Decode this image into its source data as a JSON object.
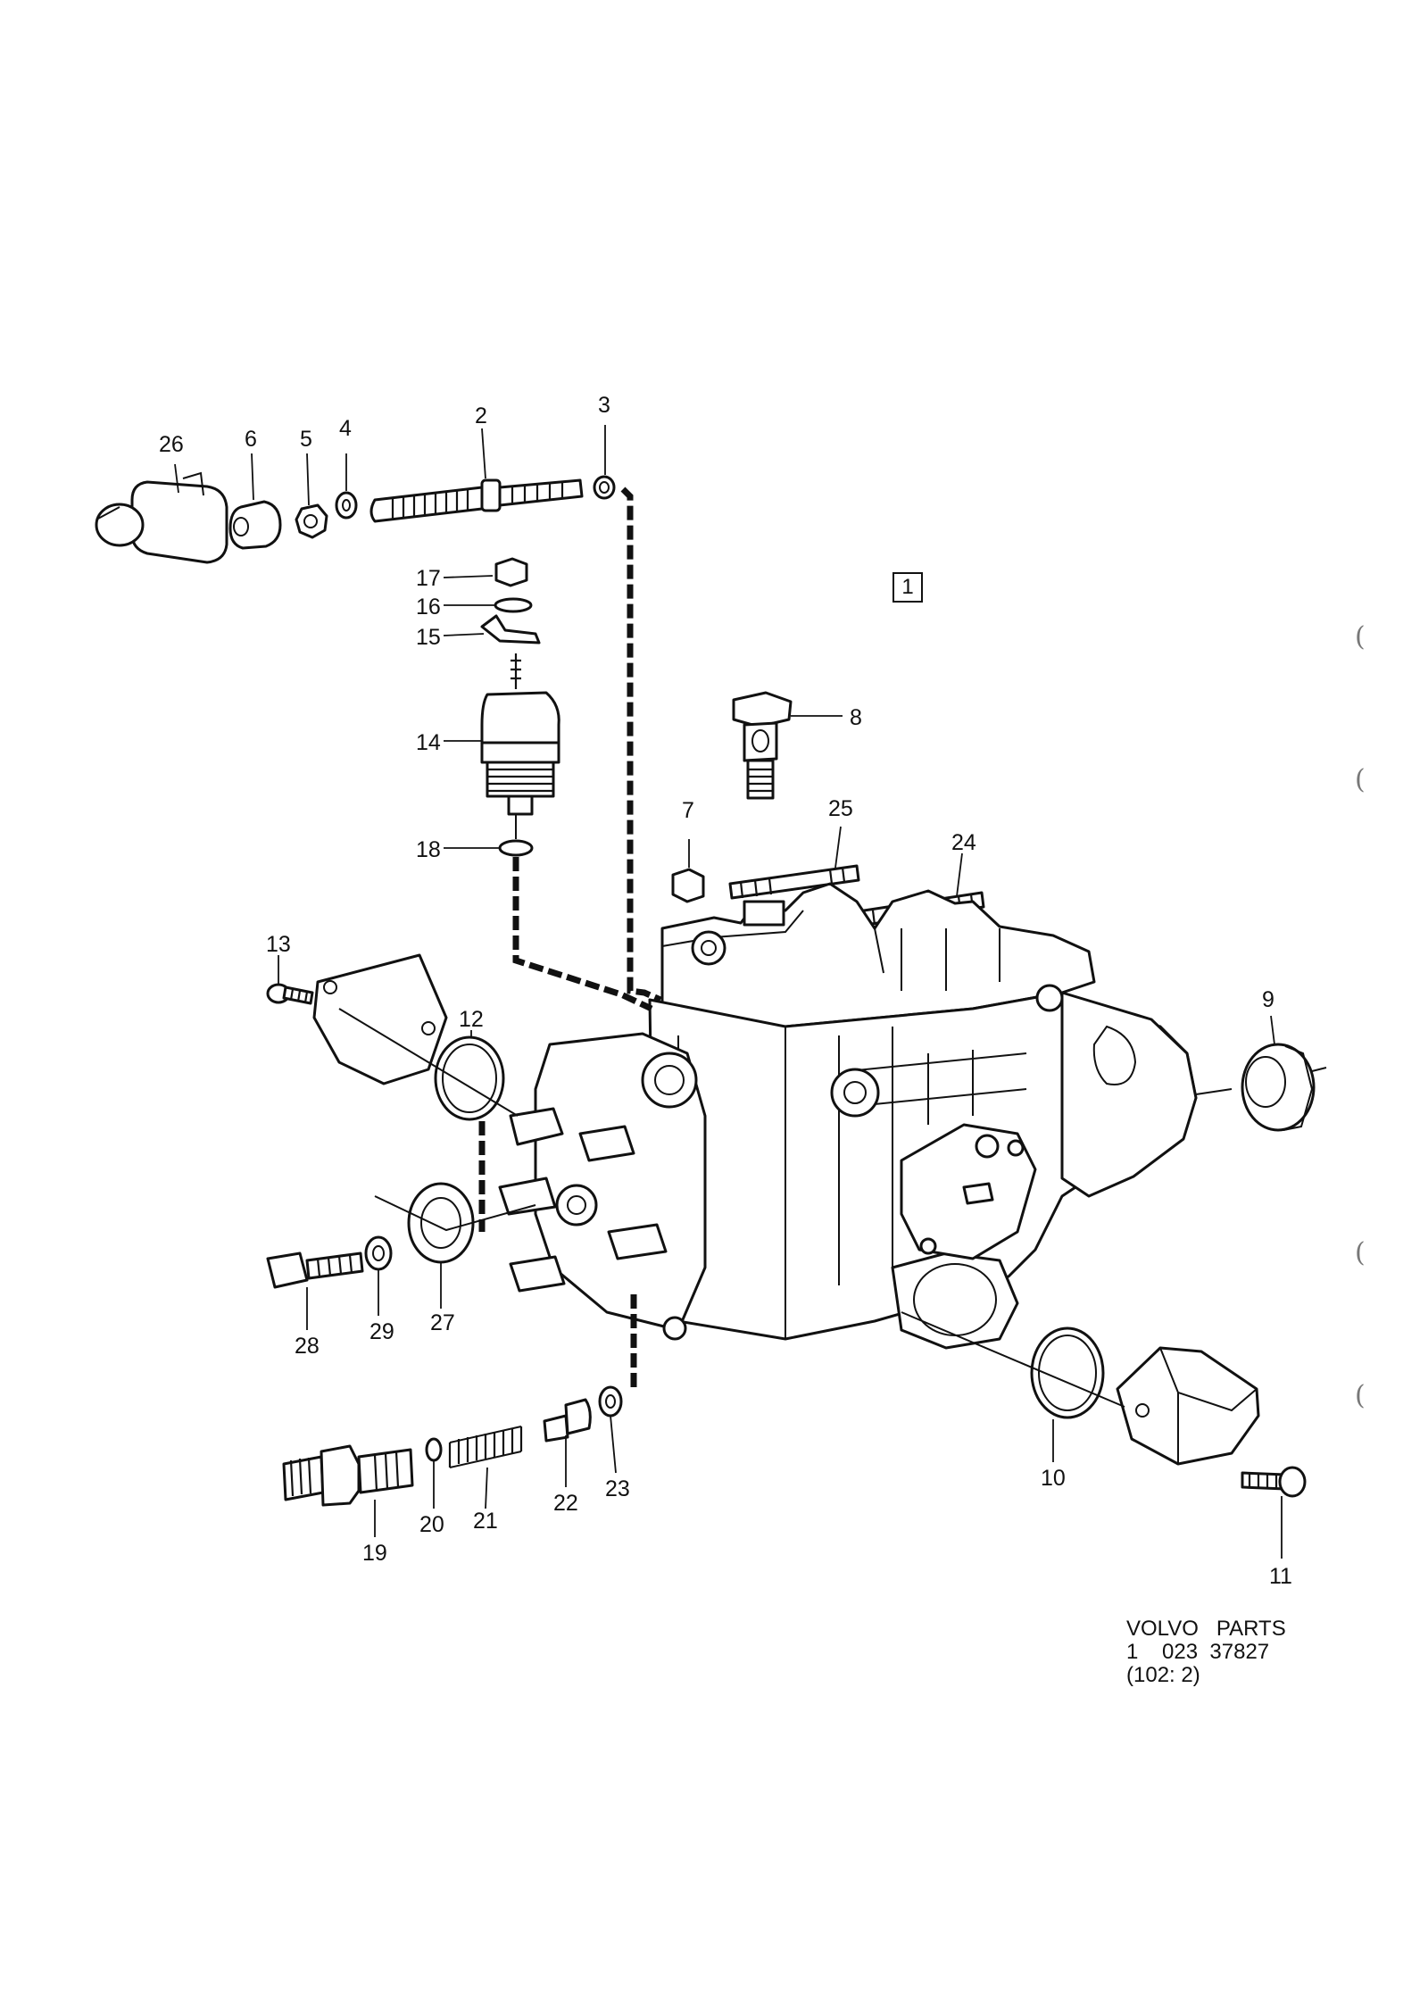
{
  "group_tag": "1",
  "caption": {
    "line1": "VOLVO   PARTS",
    "line2": "1    023  37827",
    "line3": "(102: 2)"
  },
  "edge_marks": [
    "(",
    "(",
    "(",
    "("
  ],
  "callouts": {
    "c1": "1",
    "c2": "2",
    "c3": "3",
    "c4": "4",
    "c5": "5",
    "c6": "6",
    "c7": "7",
    "c8": "8",
    "c9": "9",
    "c10": "10",
    "c11": "11",
    "c12": "12",
    "c13": "13",
    "c14": "14",
    "c15": "15",
    "c16": "16",
    "c17": "17",
    "c18": "18",
    "c19": "19",
    "c20": "20",
    "c21": "21",
    "c22": "22",
    "c23": "23",
    "c24": "24",
    "c25": "25",
    "c26": "26",
    "c27": "27",
    "c28": "28",
    "c29": "29"
  }
}
